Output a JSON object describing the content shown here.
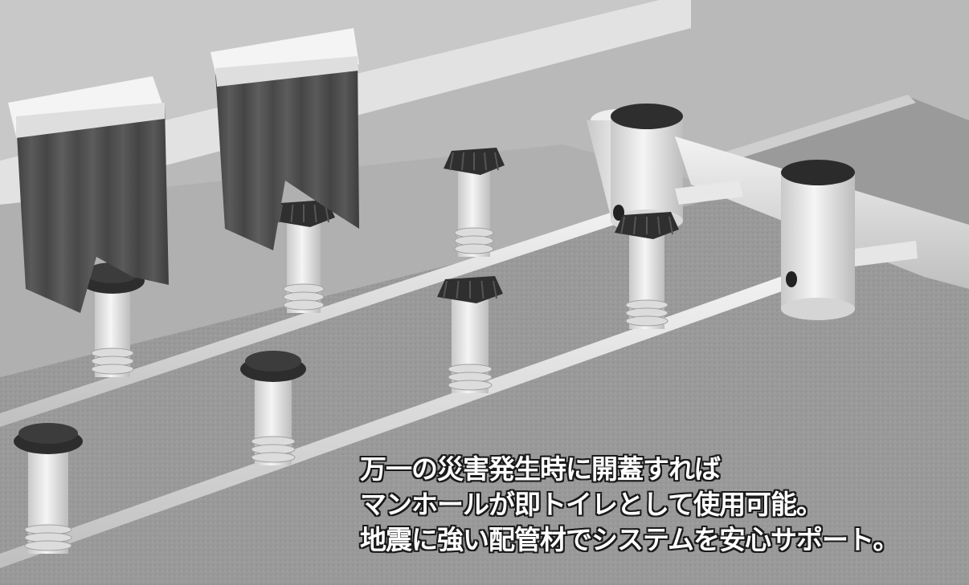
{
  "caption": {
    "line1": "万一の災害発生時に開蓋すれば",
    "line2": "マンホールが即トイレとして使用可能。",
    "line3": "地震に強い配管材でシステムを安心サポート。"
  }
}
